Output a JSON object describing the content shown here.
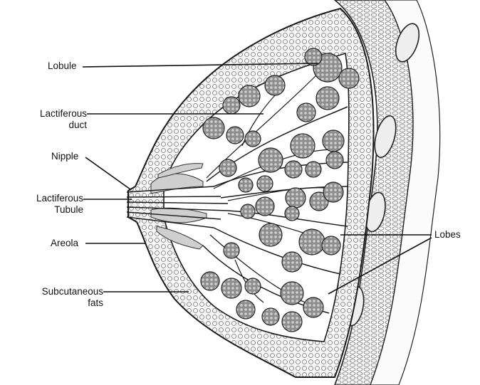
{
  "labels": {
    "lobule": "Lobule",
    "lactiferous_duct_1": "Lactiferous",
    "lactiferous_duct_2": "duct",
    "nipple": "Nipple",
    "lactiferous_tubule_1": "Lactiferous",
    "lactiferous_tubule_2": "Tubule",
    "areola": "Areola",
    "subcutaneous_1": "Subcutaneous",
    "subcutaneous_2": "fats",
    "lobes": "Lobes"
  },
  "colors": {
    "line": "#1a1a1a",
    "fat": "#f4f4f4",
    "tissue": "#d9d9d9",
    "lobule_fill": "#9a9a9a",
    "rib": "#e8e8e8"
  }
}
